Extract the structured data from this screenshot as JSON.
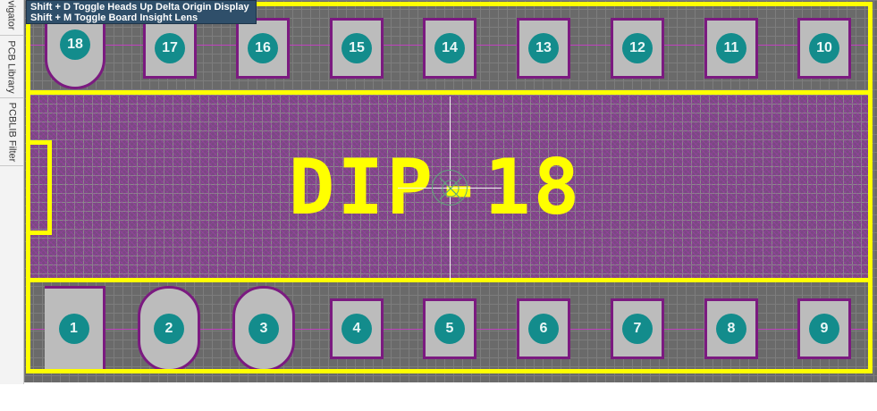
{
  "side_panel": {
    "tabs": [
      {
        "label": "vigator"
      },
      {
        "label": "PCB Library"
      },
      {
        "label": "PCBLIB Filter"
      }
    ]
  },
  "heads_up": {
    "lines": [
      "Shift + D   Toggle Heads Up Delta Origin Display",
      "Shift + M  Toggle Board Insight Lens"
    ]
  },
  "footprint": {
    "designator": "DIP-18",
    "top_pads": [
      "18",
      "17",
      "16",
      "15",
      "14",
      "13",
      "12",
      "11",
      "10"
    ],
    "bottom_pads": [
      "1",
      "2",
      "3",
      "4",
      "5",
      "6",
      "7",
      "8",
      "9"
    ]
  },
  "colors": {
    "silkscreen": "#ffff00",
    "pad_ring": "#7b1a80",
    "pad_fill": "#bcbcbc",
    "drill": "#138c8c",
    "canvas": "#6a6a6a"
  }
}
